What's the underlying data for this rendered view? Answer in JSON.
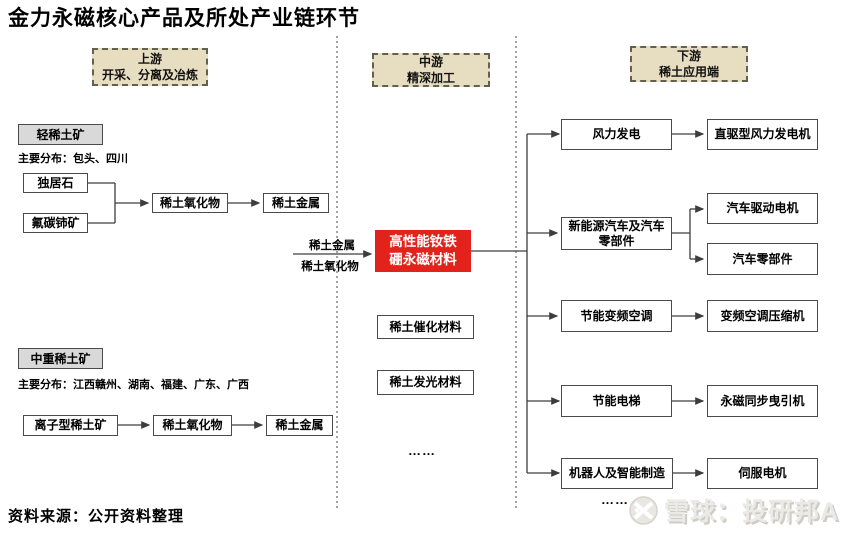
{
  "title": "金力永磁核心产品及所处产业链环节",
  "source": "资料来源：公开资料整理",
  "watermark": {
    "logo": "xueqiu-logo-icon",
    "text": "雪球：投研邦A"
  },
  "colors": {
    "stage_header_bg": "#e7ddc0",
    "category_bg": "#d9d9d9",
    "highlight_bg": "#e2231c",
    "highlight_text": "#ffffff",
    "line": "#3d3d3d"
  },
  "stages": {
    "upstream": {
      "line1": "上游",
      "line2": "开采、分离及冶炼"
    },
    "midstream": {
      "line1": "中游",
      "line2": "精深加工"
    },
    "downstream": {
      "line1": "下游",
      "line2": "稀土应用端"
    }
  },
  "upstream": {
    "light": {
      "category": "轻稀土矿",
      "distribution": "主要分布：包头、四川",
      "ores": [
        "独居石",
        "氟碳铈矿"
      ],
      "chain": [
        "稀土氧化物",
        "稀土金属"
      ]
    },
    "heavy": {
      "category": "中重稀土矿",
      "distribution": "主要分布：江西赣州、湖南、福建、广东、广西",
      "ore": "离子型稀土矿",
      "chain": [
        "稀土氧化物",
        "稀土金属"
      ]
    }
  },
  "midstream": {
    "input_label_top": "稀土金属",
    "input_label_bottom": "稀土氧化物",
    "core_product_line1": "高性能钕铁",
    "core_product_line2": "硼永磁材料",
    "other_products": [
      "稀土催化材料",
      "稀土发光材料"
    ],
    "ellipsis": "……"
  },
  "downstream": {
    "rows": [
      {
        "application": "风力发电",
        "products": [
          "直驱型风力发电机"
        ]
      },
      {
        "application": "新能源汽车及汽车零部件",
        "products": [
          "汽车驱动电机",
          "汽车零部件"
        ]
      },
      {
        "application": "节能变频空调",
        "products": [
          "变频空调压缩机"
        ]
      },
      {
        "application": "节能电梯",
        "products": [
          "永磁同步曳引机"
        ]
      },
      {
        "application": "机器人及智能制造",
        "products": [
          "伺服电机"
        ]
      }
    ],
    "ellipsis": "……"
  }
}
